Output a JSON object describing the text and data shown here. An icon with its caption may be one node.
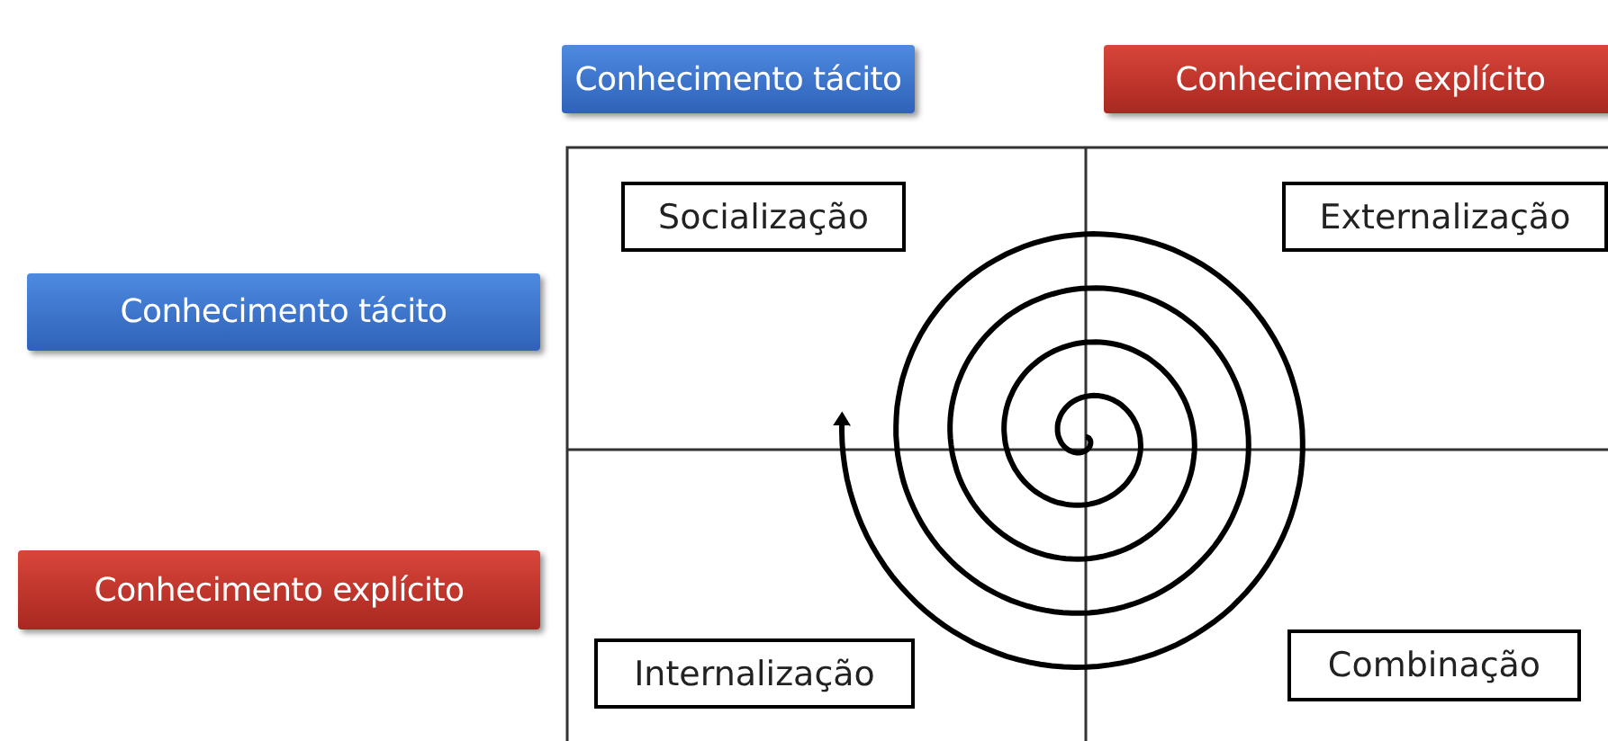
{
  "diagram": {
    "nodes": [
      {
        "text": [
          "Conhecimento tácito"
        ]
      },
      {
        "text": [
          "Conhecimento explícito"
        ]
      },
      {
        "text": [
          "Conhecimento tácito"
        ]
      },
      {
        "text": [
          "Conhecimento explícito"
        ]
      },
      {
        "text": [
          "Socialização"
        ]
      },
      {
        "text": [
          "Externalização"
        ]
      },
      {
        "text": [
          "Internalização"
        ]
      },
      {
        "text": [
          "Combinação"
        ]
      }
    ]
  }
}
